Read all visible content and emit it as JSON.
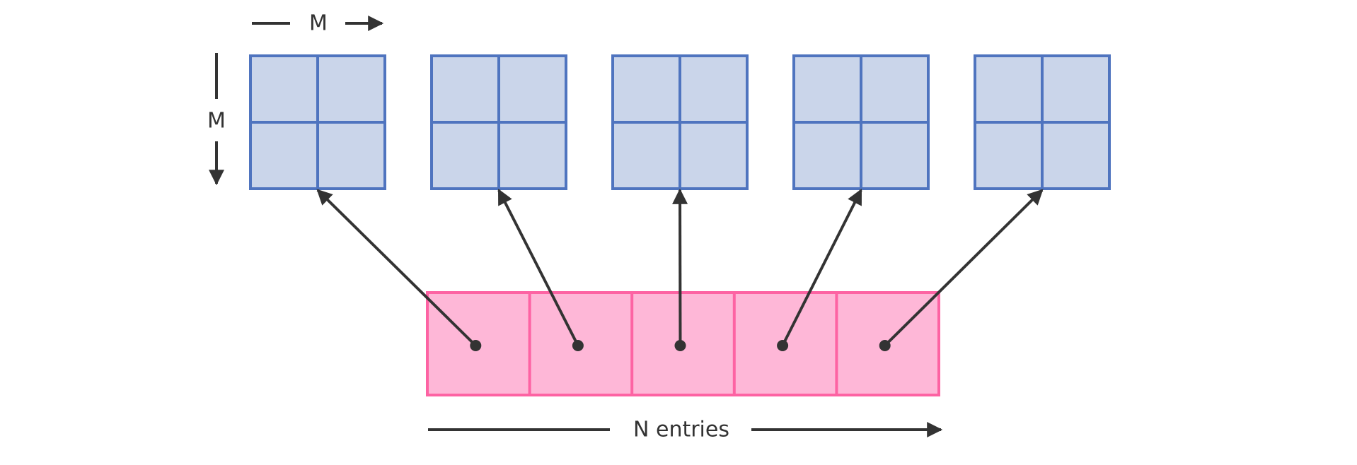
{
  "labels": {
    "block_width": "M",
    "block_height": "M",
    "entries": "N entries"
  },
  "diagram": {
    "block_count": 5,
    "block_grid": [
      2,
      2
    ],
    "entry_count": 5
  },
  "colors": {
    "block_fill": "#cad5ea",
    "block_stroke": "#4f74bf",
    "entry_fill": "#feb7d7",
    "entry_stroke": "#fd63a3",
    "arrow": "#333333",
    "text": "#333333"
  }
}
